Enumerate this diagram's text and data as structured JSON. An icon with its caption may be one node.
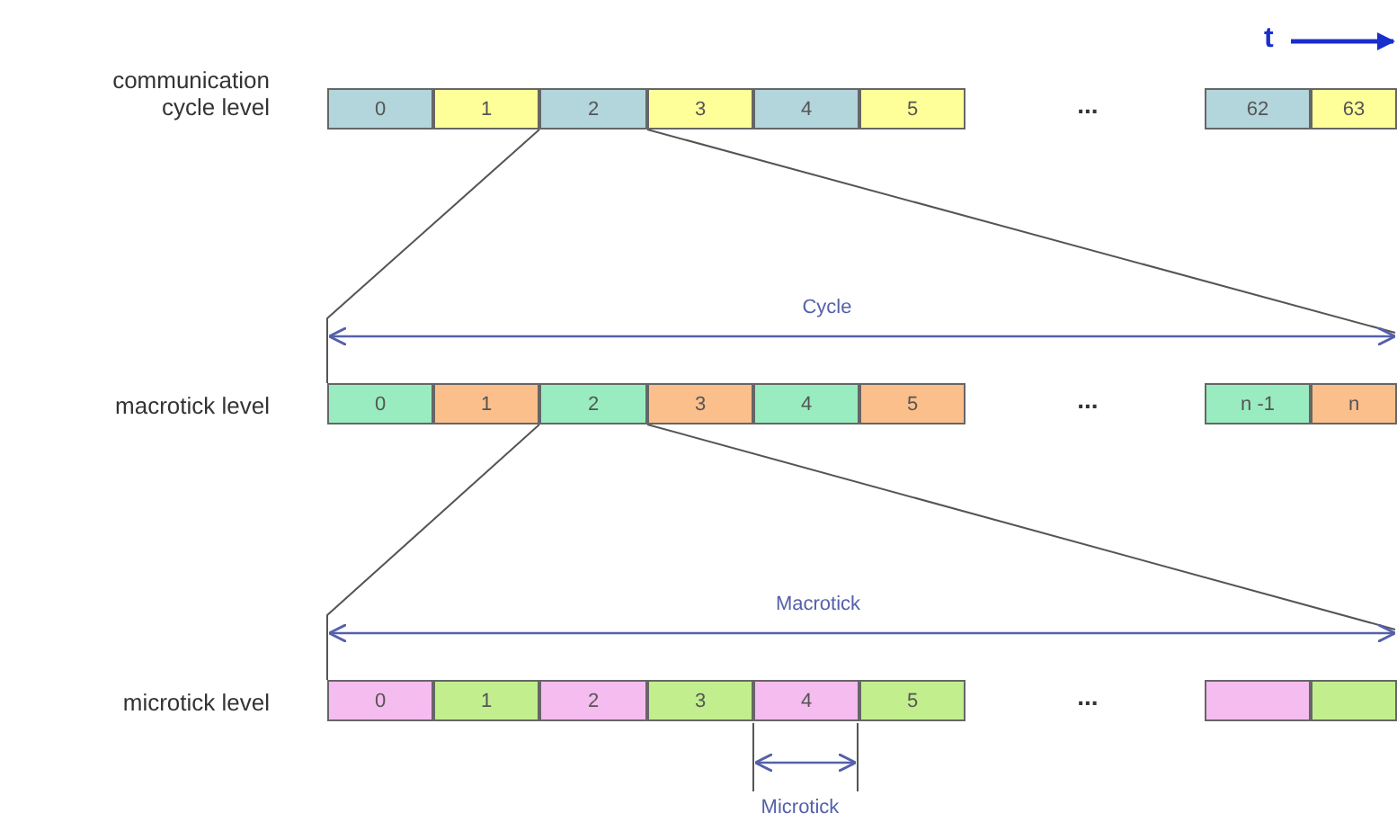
{
  "diagram": {
    "nodes": [
      {
        "text": [
          "0"
        ]
      },
      {
        "text": [
          "1"
        ]
      },
      {
        "text": [
          "2"
        ]
      },
      {
        "text": [
          "3"
        ]
      },
      {
        "text": [
          "4"
        ]
      },
      {
        "text": [
          "5"
        ]
      },
      {
        "text": [
          "62"
        ]
      },
      {
        "text": [
          "63"
        ]
      },
      {
        "text": [
          "0"
        ]
      },
      {
        "text": [
          "1"
        ]
      },
      {
        "text": [
          "2"
        ]
      },
      {
        "text": [
          "3"
        ]
      },
      {
        "text": [
          "4"
        ]
      },
      {
        "text": [
          "5"
        ]
      },
      {
        "text": [
          "n -1"
        ]
      },
      {
        "text": [
          "n"
        ]
      },
      {
        "text": [
          "0"
        ]
      },
      {
        "text": [
          "1"
        ]
      },
      {
        "text": [
          "2"
        ]
      },
      {
        "text": [
          "3"
        ]
      },
      {
        "text": [
          "4"
        ]
      },
      {
        "text": [
          "5"
        ]
      },
      {
        "text": [],
        "shape": "box"
      },
      {
        "text": [],
        "shape": "box"
      }
    ],
    "edges": [
      {
        "from": 2,
        "to": 8,
        "arrow": "none"
      },
      {
        "from": 2,
        "to": null,
        "arrow": "none"
      },
      {
        "from": 10,
        "to": 16,
        "arrow": "none"
      },
      {
        "from": 10,
        "to": null,
        "arrow": "none"
      }
    ],
    "labels": [
      "t",
      "communication cycle level",
      "...",
      "Cycle",
      "macrotick level",
      "...",
      "Macrotick",
      "microtick level",
      "...",
      "Microtick"
    ]
  }
}
